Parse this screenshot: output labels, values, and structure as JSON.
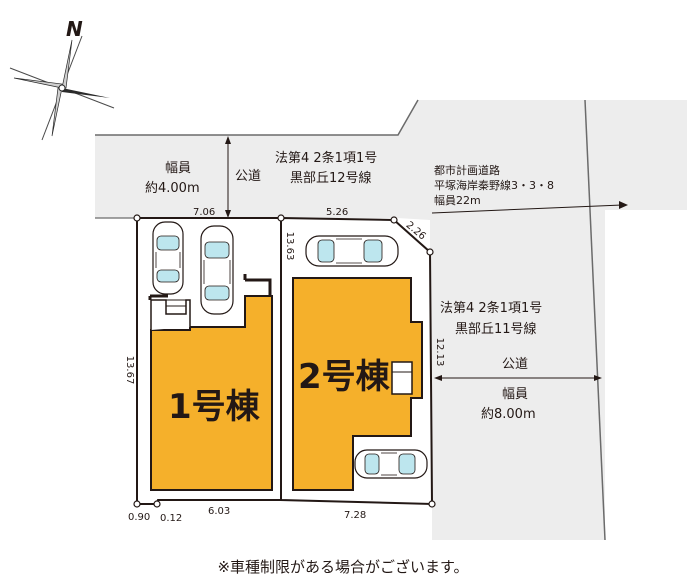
{
  "compass": {
    "north_label": "N"
  },
  "roads": {
    "north": {
      "width_label": "幅員",
      "width_value": "約4.00m",
      "type_label": "公道",
      "law_label": "法第4 2条1項1号",
      "road_name": "黒部丘12号線"
    },
    "planned": {
      "title": "都市計画道路",
      "name": "平塚海岸秦野線3・3・8",
      "width": "幅員22m"
    },
    "east": {
      "law_label": "法第4 2条1項1号",
      "road_name": "黒部丘11号線",
      "type_label": "公道",
      "width_label": "幅員",
      "width_value": "約8.00m"
    }
  },
  "buildings": [
    {
      "label": "1号棟"
    },
    {
      "label": "2号棟"
    }
  ],
  "dimensions": {
    "lot1_north": "7.06",
    "lot1_west": "13.67",
    "lot1_sw1": "0.90",
    "lot1_sw2": "0.12",
    "lot1_south": "6.03",
    "lot2_west": "13.63",
    "lot2_north": "5.26",
    "lot2_corner": "2.26",
    "lot2_east": "12.13",
    "lot2_south": "7.28"
  },
  "colors": {
    "building_fill": "#F5B02B",
    "road_fill": "#EDEDED",
    "line": "#231815"
  },
  "footer_note": "※車種制限がある場合がございます。"
}
